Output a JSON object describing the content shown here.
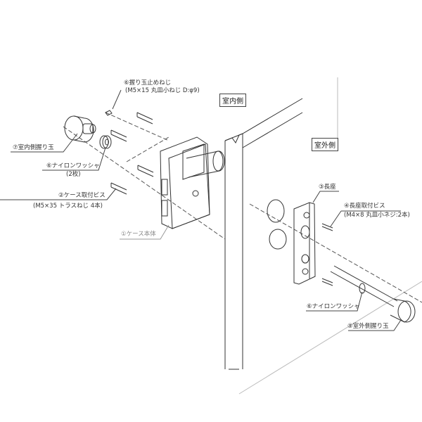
{
  "sides": {
    "indoor": "室内側",
    "outdoor": "室外側"
  },
  "parts": {
    "knob_screw": {
      "name": "⑥握り玉止めねじ",
      "spec": "(M5×15 丸皿小ねじ D:φ9)"
    },
    "indoor_knob": {
      "name": "⑦室内側握り玉"
    },
    "nylon_washer_in": {
      "name": "⑥ナイロンワッシャ",
      "spec": "(2枚)"
    },
    "case_screw": {
      "name": "②ケース取付ビス",
      "spec": "(M5×35 トラスねじ 4本)"
    },
    "case_body": {
      "name": "①ケース本体"
    },
    "long_plate": {
      "name": "③長座"
    },
    "plate_screw": {
      "name": "④長座取付ビス",
      "spec": "(M4×8 丸皿小ネジ:2本)"
    },
    "nylon_washer_out": {
      "name": "⑥ナイロンワッシャ"
    },
    "outdoor_knob": {
      "name": "⑤室外側握り玉"
    }
  }
}
